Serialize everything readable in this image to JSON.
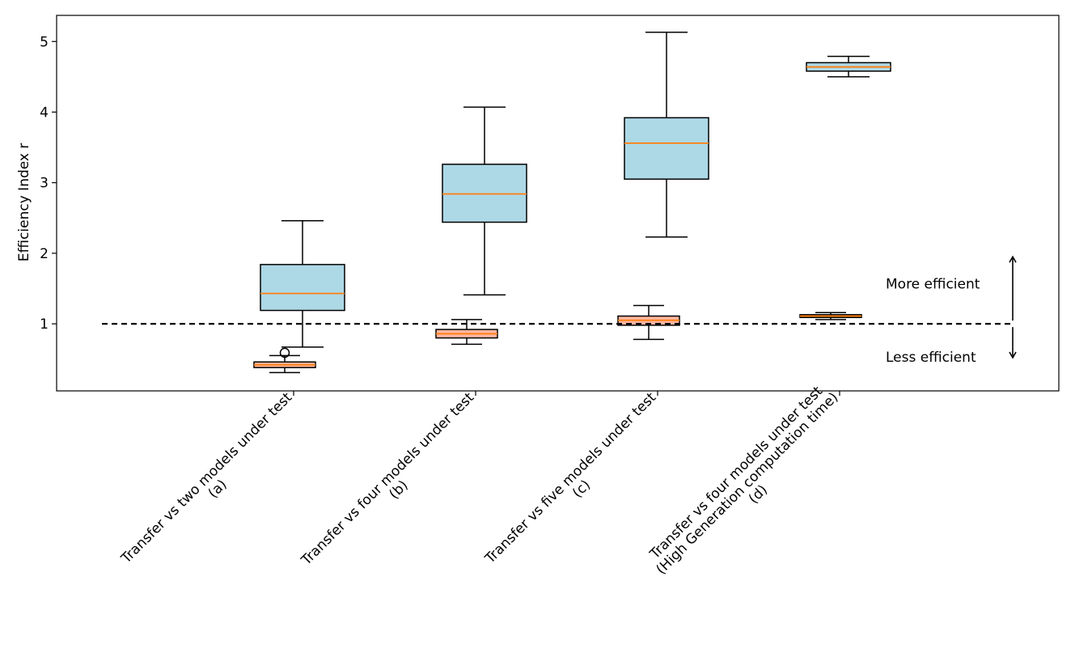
{
  "chart_data": {
    "type": "box",
    "ylabel": "Efficiency Index r",
    "ylim": [
      0.05,
      5.37
    ],
    "yticks": [
      1,
      2,
      3,
      4,
      5
    ],
    "grid": false,
    "reference_line": {
      "y": 1.0,
      "style": "dashed"
    },
    "annotations": {
      "upper": "More efficient",
      "lower": "Less efficient"
    },
    "colors": {
      "series_a_fill": "#add8e6",
      "series_b_fill": "#ffb6a0",
      "median": "#ff7f0e",
      "stroke": "#000000"
    },
    "categories": [
      {
        "lines": [
          "Transfer vs two models under test",
          "(a)"
        ]
      },
      {
        "lines": [
          "Transfer vs four models under test",
          "(b)"
        ]
      },
      {
        "lines": [
          "Transfer vs five models under test",
          "(c)"
        ]
      },
      {
        "lines": [
          "Transfer vs four models under test",
          "(High Generation computation time)",
          "(d)"
        ]
      }
    ],
    "series": [
      {
        "boxes": [
          {
            "whislo": 0.67,
            "q1": 1.19,
            "med": 1.43,
            "q3": 1.84,
            "whishi": 2.46,
            "fliers": []
          },
          {
            "whislo": 1.41,
            "q1": 2.44,
            "med": 2.84,
            "q3": 3.26,
            "whishi": 4.07,
            "fliers": []
          },
          {
            "whislo": 2.23,
            "q1": 3.05,
            "med": 3.56,
            "q3": 3.92,
            "whishi": 5.13,
            "fliers": []
          },
          {
            "whislo": 4.5,
            "q1": 4.58,
            "med": 4.64,
            "q3": 4.7,
            "whishi": 4.79,
            "fliers": []
          }
        ]
      },
      {
        "boxes": [
          {
            "whislo": 0.31,
            "q1": 0.38,
            "med": 0.42,
            "q3": 0.46,
            "whishi": 0.55,
            "fliers": [
              0.59
            ]
          },
          {
            "whislo": 0.71,
            "q1": 0.8,
            "med": 0.86,
            "q3": 0.92,
            "whishi": 1.06,
            "fliers": []
          },
          {
            "whislo": 0.78,
            "q1": 0.98,
            "med": 1.05,
            "q3": 1.11,
            "whishi": 1.26,
            "fliers": []
          },
          {
            "whislo": 1.06,
            "q1": 1.09,
            "med": 1.11,
            "q3": 1.13,
            "whishi": 1.16,
            "fliers": []
          }
        ]
      }
    ]
  }
}
